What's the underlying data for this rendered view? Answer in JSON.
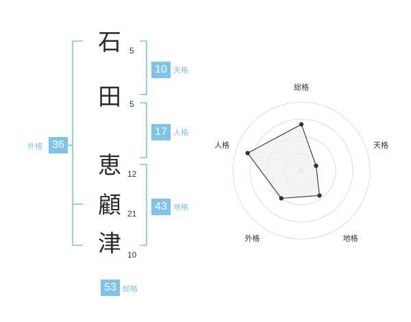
{
  "name": {
    "characters": [
      {
        "char": "石",
        "strokes": "5"
      },
      {
        "char": "田",
        "strokes": "5"
      },
      {
        "char": "恵",
        "strokes": "12"
      },
      {
        "char": "顧",
        "strokes": "21"
      },
      {
        "char": "津",
        "strokes": "10"
      }
    ]
  },
  "fortunes": {
    "tenkaku": {
      "value": "10",
      "label": "天格"
    },
    "jinkaku": {
      "value": "17",
      "label": "人格"
    },
    "chikaku": {
      "value": "43",
      "label": "地格"
    },
    "gaikaku": {
      "value": "36",
      "label": "外格"
    },
    "soukaku": {
      "value": "53",
      "label": "総格"
    }
  },
  "colors": {
    "accent": "#7cc4ec",
    "text": "#333333",
    "ring": "#dddddd",
    "polygon_fill": "#f0f0f0"
  },
  "radar": {
    "axes": [
      "総格",
      "天格",
      "地格",
      "外格",
      "人格"
    ],
    "levels": 4,
    "max": 4,
    "values": [
      2.7,
      0.9,
      1.8,
      2.0,
      3.3
    ]
  }
}
